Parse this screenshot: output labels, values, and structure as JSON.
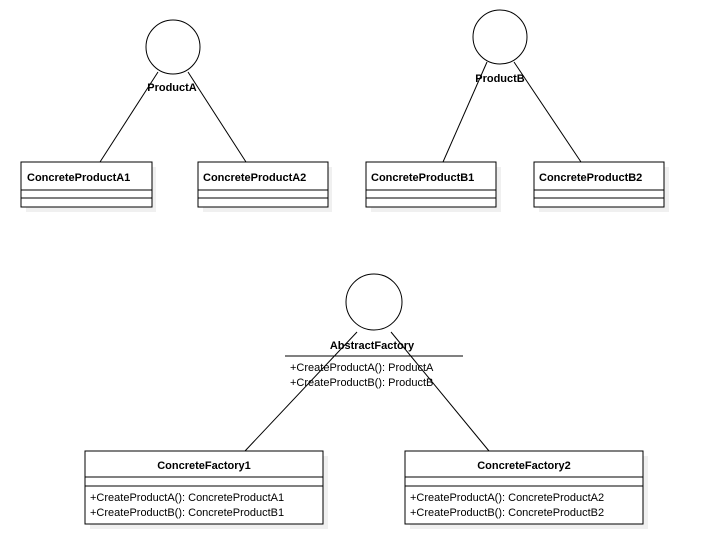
{
  "interfaces": [
    {
      "id": "productA",
      "name": "ProductA",
      "methods": []
    },
    {
      "id": "productB",
      "name": "ProductB",
      "methods": []
    },
    {
      "id": "abstractFactory",
      "name": "AbstractFactory",
      "methods": [
        "+CreateProductA(): ProductA",
        "+CreateProductB(): ProductB"
      ]
    }
  ],
  "classes": [
    {
      "id": "cpa1",
      "name": "ConcreteProductA1",
      "methods": []
    },
    {
      "id": "cpa2",
      "name": "ConcreteProductA2",
      "methods": []
    },
    {
      "id": "cpb1",
      "name": "ConcreteProductB1",
      "methods": []
    },
    {
      "id": "cpb2",
      "name": "ConcreteProductB2",
      "methods": []
    },
    {
      "id": "cf1",
      "name": "ConcreteFactory1",
      "methods": [
        "+CreateProductA(): ConcreteProductA1",
        "+CreateProductB(): ConcreteProductB1"
      ]
    },
    {
      "id": "cf2",
      "name": "ConcreteFactory2",
      "methods": [
        "+CreateProductA(): ConcreteProductA2",
        "+CreateProductB(): ConcreteProductB2"
      ]
    }
  ],
  "realizations": [
    {
      "from": "cpa1",
      "to": "productA"
    },
    {
      "from": "cpa2",
      "to": "productA"
    },
    {
      "from": "cpb1",
      "to": "productB"
    },
    {
      "from": "cpb2",
      "to": "productB"
    },
    {
      "from": "cf1",
      "to": "abstractFactory"
    },
    {
      "from": "cf2",
      "to": "abstractFactory"
    }
  ]
}
